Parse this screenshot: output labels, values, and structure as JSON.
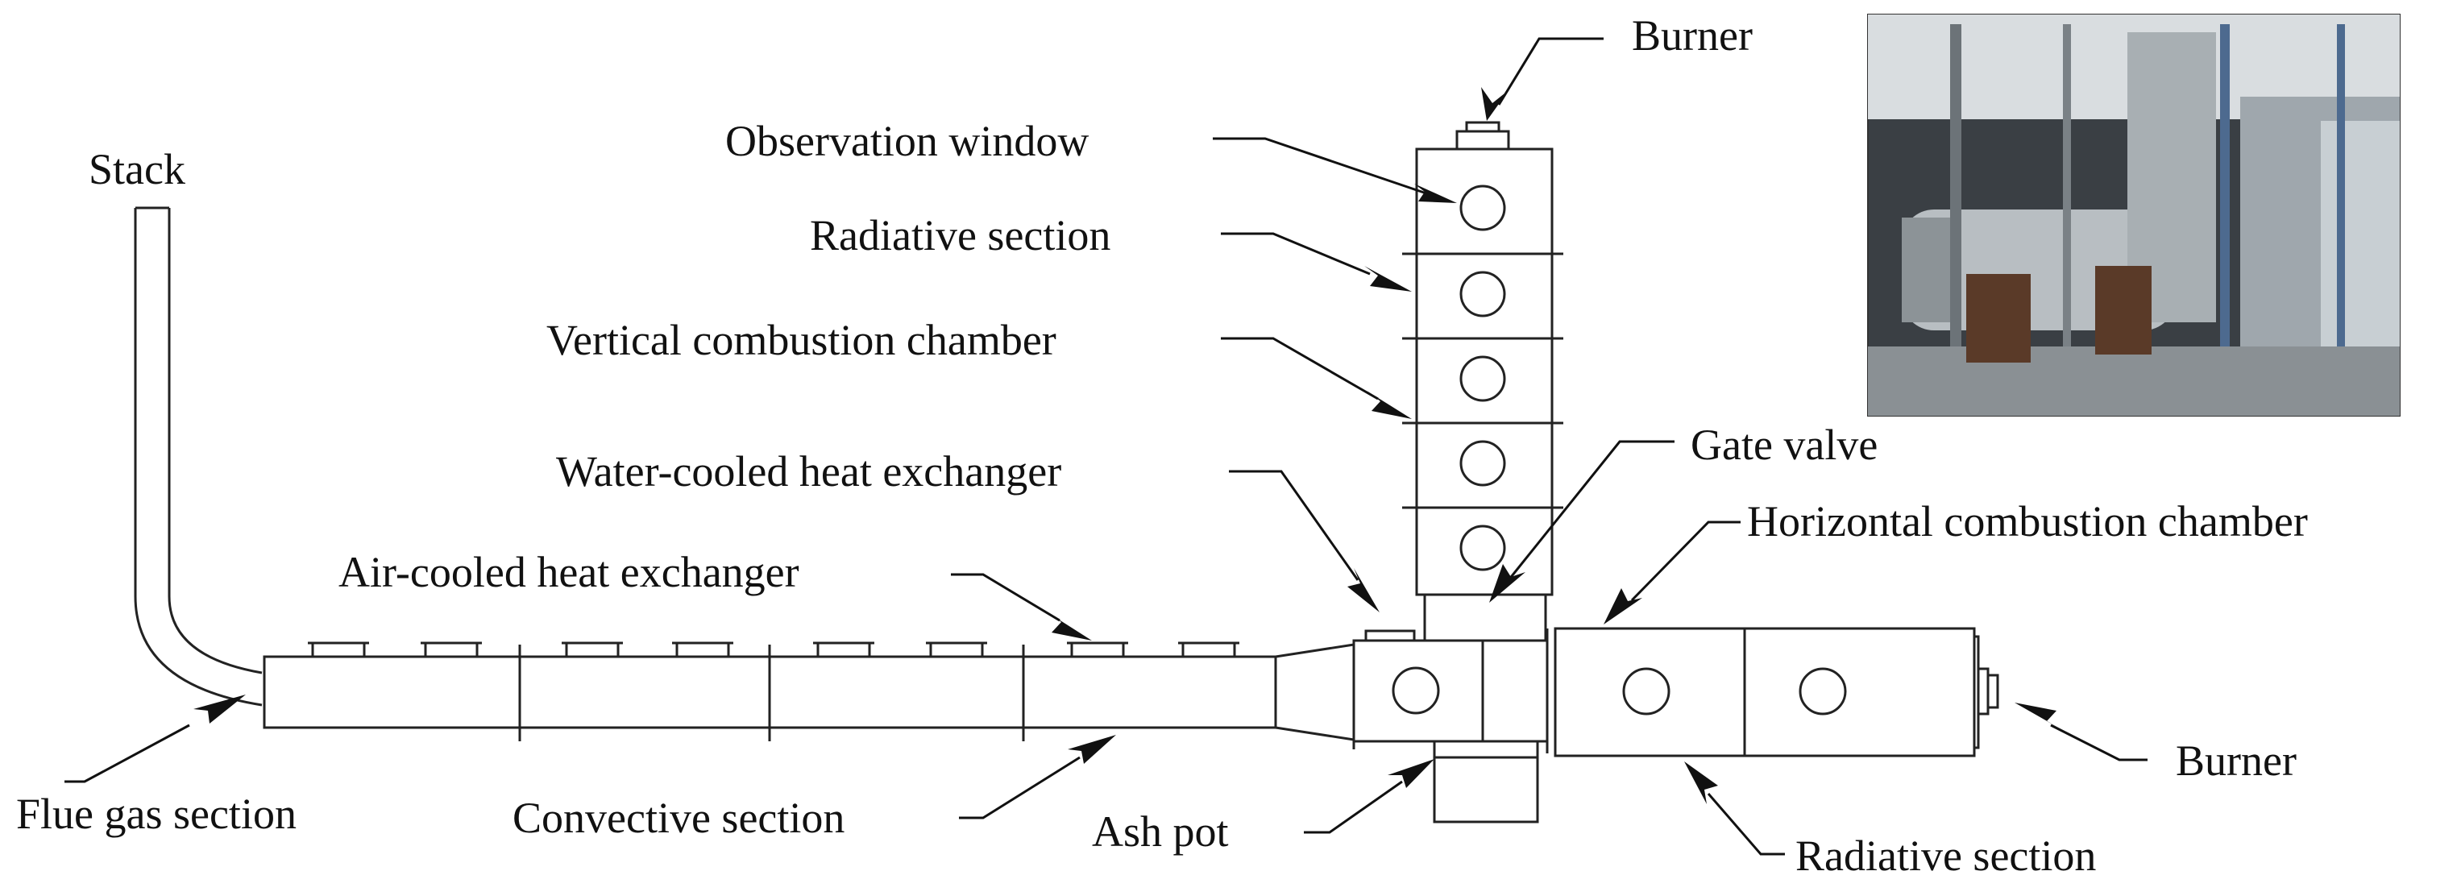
{
  "labels": {
    "burner_top": "Burner",
    "observation_window": "Observation window",
    "radiative_section_vertical": "Radiative section",
    "vertical_combustion_chamber": "Vertical combustion chamber",
    "water_cooled_heat_exchanger": "Water-cooled heat exchanger",
    "gate_valve": "Gate valve",
    "horizontal_combustion_chamber": "Horizontal combustion chamber",
    "air_cooled_heat_exchanger": "Air-cooled heat exchanger",
    "stack": "Stack",
    "flue_gas_section": "Flue gas section",
    "convective_section": "Convective section",
    "ash_pot": "Ash pot",
    "radiative_section_horizontal": "Radiative section",
    "burner_right": "Burner"
  },
  "colors": {
    "line": "#222222",
    "text": "#111111",
    "background": "#ffffff"
  }
}
